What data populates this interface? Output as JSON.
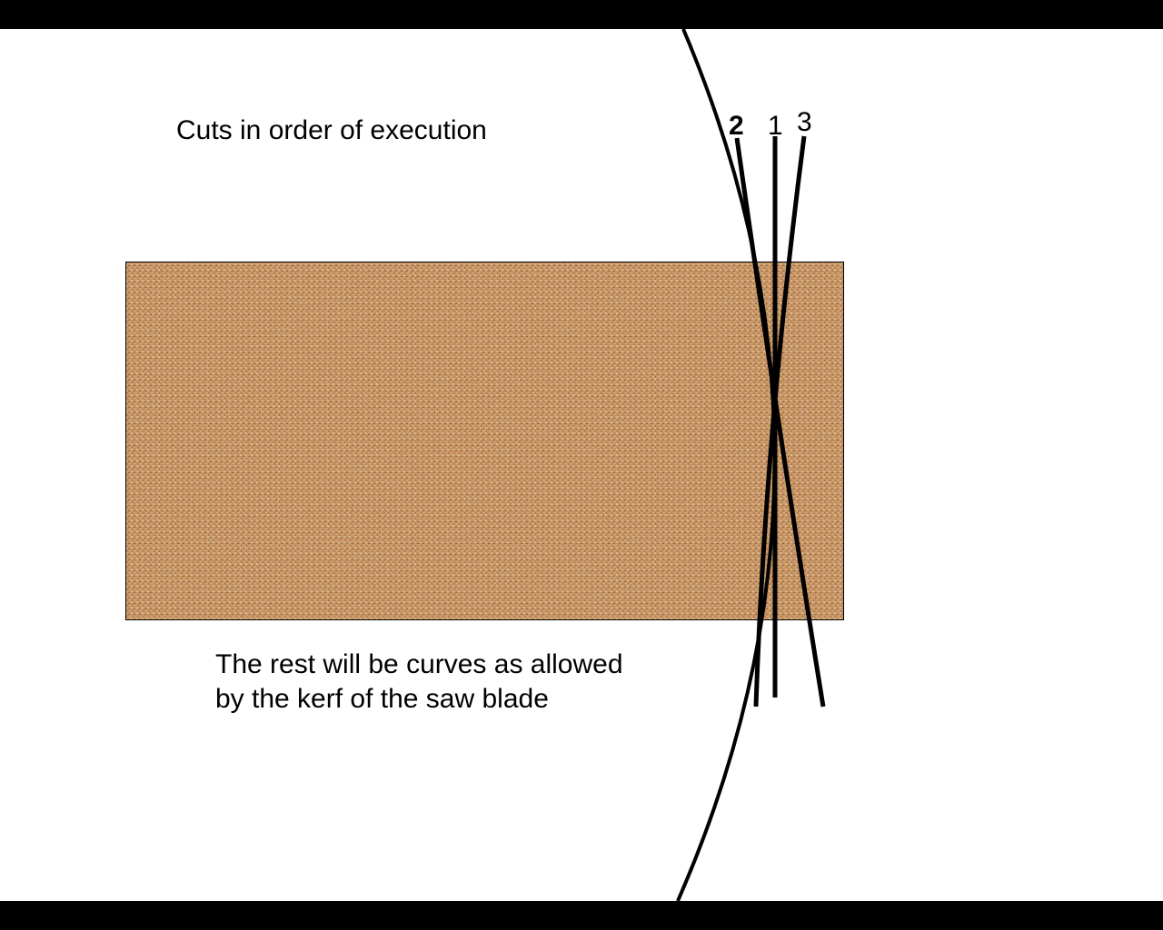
{
  "slide": {
    "title": "Cuts in order of execution",
    "note": "The rest will be curves as allowed by the kerf of the saw blade"
  },
  "cuts": [
    {
      "label": "1"
    },
    {
      "label": "2"
    },
    {
      "label": "3"
    }
  ],
  "colors": {
    "background": "#ffffff",
    "letterbox": "#000000",
    "wood_base": "#c08a58",
    "wood_light": "#dcae7e",
    "wood_dark": "#8a5530",
    "line": "#000000"
  }
}
